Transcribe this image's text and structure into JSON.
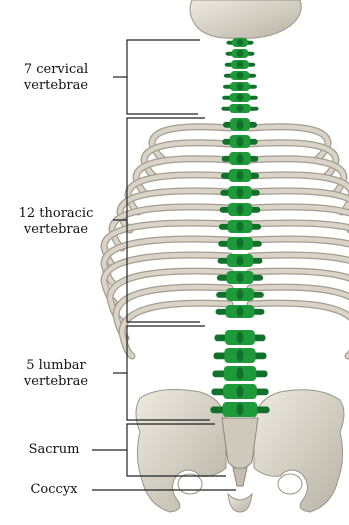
{
  "labels": {
    "cervical": [
      "7 cervical",
      "vertebrae"
    ],
    "thoracic": [
      "12 thoracic",
      "vertebrae"
    ],
    "lumbar": [
      "5 lumbar",
      "vertebrae"
    ],
    "sacrum": "Sacrum",
    "coccyx": "Coccyx"
  },
  "colors": {
    "bone": "#d9d4c7",
    "bone_shade": "#a39d8f",
    "vertebra": "#1f9a3a",
    "vertebra_dark": "#11702a",
    "line": "#222222"
  }
}
